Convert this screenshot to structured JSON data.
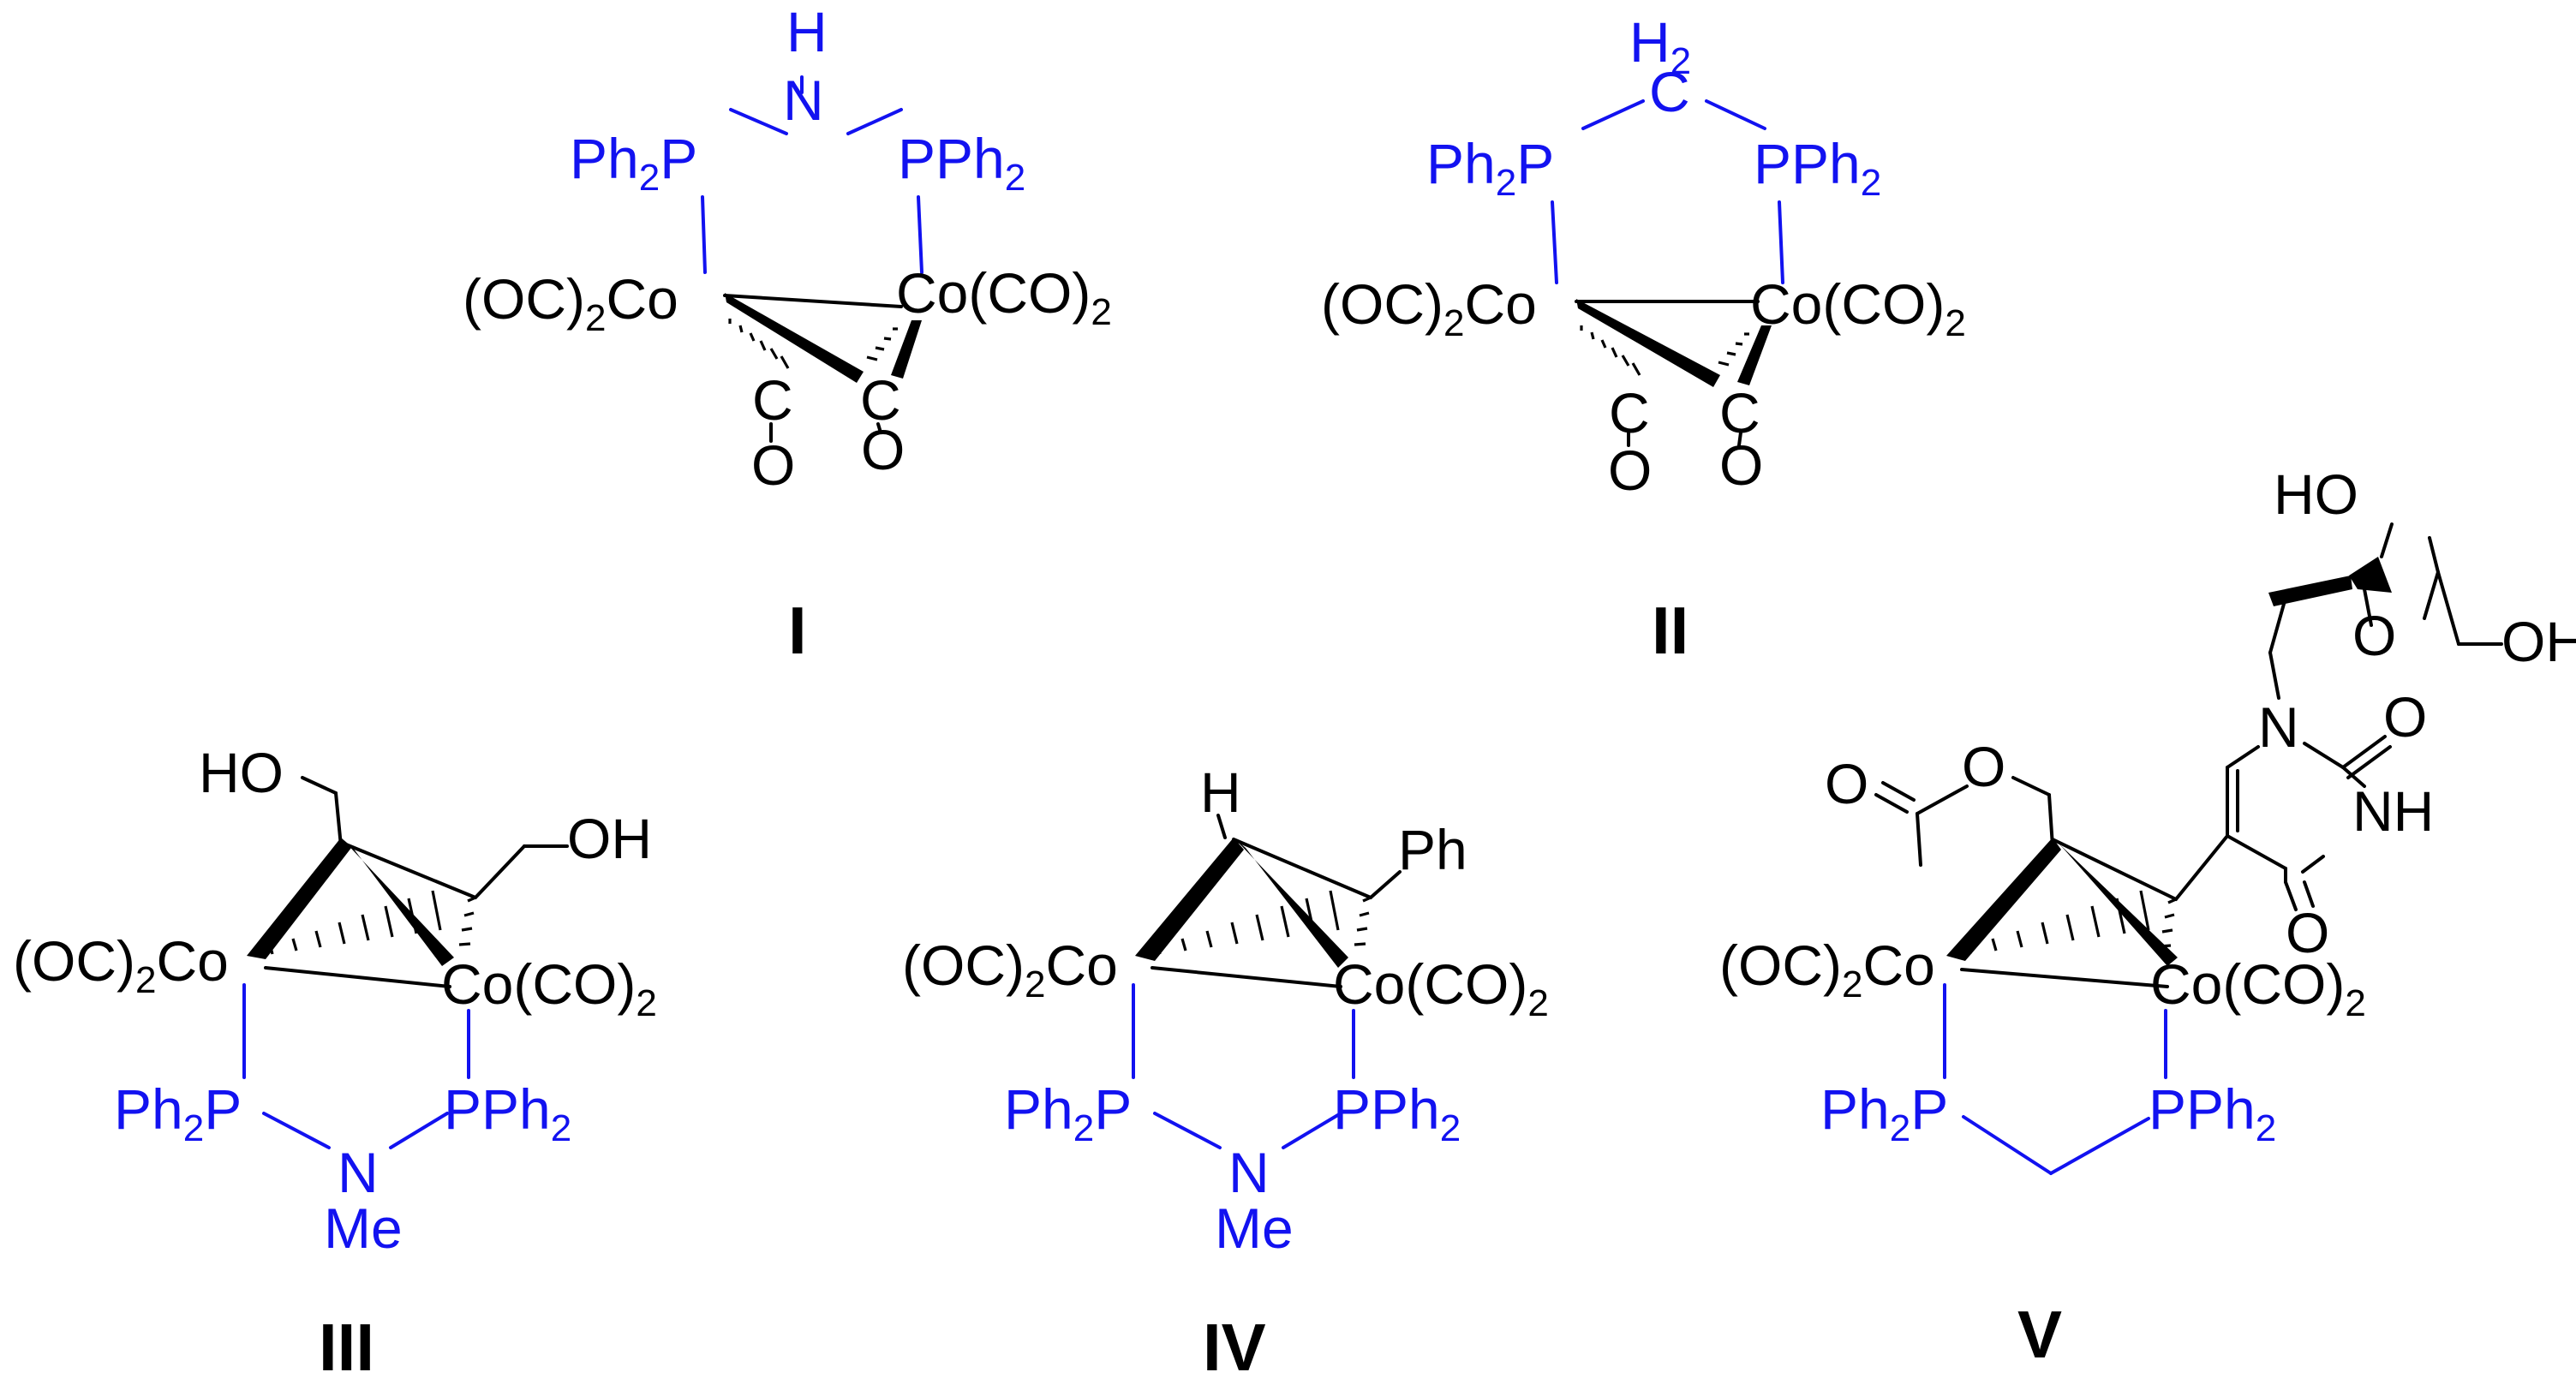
{
  "colors": {
    "ligand": "#1212f0",
    "structure": "#000000",
    "background": "#ffffff"
  },
  "compounds": [
    {
      "label": "I",
      "atoms": {
        "nh": "H",
        "n": "N",
        "ph2p": "Ph",
        "p_sub": "2",
        "p": "P",
        "pph2": "PPh",
        "pph2_sub": "2",
        "oc2co": "(OC)",
        "oc2co_sub": "2",
        "oc2co_tail": "Co",
        "co_co2": "Co(CO)",
        "co_co2_sub": "2",
        "c1": "C",
        "o1": "O",
        "c2": "C",
        "o2": "O"
      }
    },
    {
      "label": "II",
      "atoms": {
        "h2": "H",
        "h2_sub": "2",
        "c": "C",
        "ph2p": "Ph",
        "p_sub": "2",
        "p": "P",
        "pph2": "PPh",
        "pph2_sub": "2",
        "oc2co": "(OC)",
        "oc2co_sub": "2",
        "oc2co_tail": "Co",
        "co_co2": "Co(CO)",
        "co_co2_sub": "2",
        "c1": "C",
        "o1": "O",
        "c2": "C",
        "o2": "O"
      }
    },
    {
      "label": "III",
      "atoms": {
        "ho": "HO",
        "oh": "OH",
        "oc2co": "(OC)",
        "oc2co_sub": "2",
        "oc2co_tail": "Co",
        "co_co2": "Co(CO)",
        "co_co2_sub": "2",
        "ph2p": "Ph",
        "p_sub": "2",
        "p": "P",
        "pph2": "PPh",
        "pph2_sub": "2",
        "n": "N",
        "me": "Me"
      }
    },
    {
      "label": "IV",
      "atoms": {
        "h": "H",
        "ph": "Ph",
        "oc2co": "(OC)",
        "oc2co_sub": "2",
        "oc2co_tail": "Co",
        "co_co2": "Co(CO)",
        "co_co2_sub": "2",
        "ph2p": "Ph",
        "p_sub": "2",
        "p": "P",
        "pph2": "PPh",
        "pph2_sub": "2",
        "n": "N",
        "me": "Me"
      }
    },
    {
      "label": "V",
      "atoms": {
        "ho": "HO",
        "oh": "OH",
        "o_ring": "O",
        "n1": "N",
        "o_top": "O",
        "nh": "NH",
        "o_bottom": "O",
        "o_ester": "O",
        "o_carbonyl": "O",
        "oc2co": "(OC)",
        "oc2co_sub": "2",
        "oc2co_tail": "Co",
        "co_co2": "Co(CO)",
        "co_co2_sub": "2",
        "ph2p": "Ph",
        "p_sub": "2",
        "p": "P",
        "pph2": "PPh",
        "pph2_sub": "2"
      }
    }
  ]
}
